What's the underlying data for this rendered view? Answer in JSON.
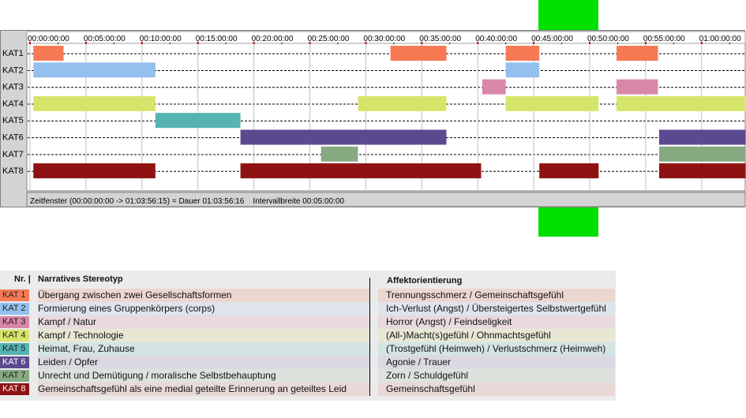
{
  "window": {
    "status_text": "Zeitfenster (00:00:00:00 -> 01:03:56:15) = Dauer 01:03:56:16    Intervallbreite 00:05:00:00"
  },
  "colors": {
    "KAT1": "#f77a55",
    "KAT2": "#93c0ee",
    "KAT3": "#d987a8",
    "KAT4": "#d6e56a",
    "KAT5": "#55b4b2",
    "KAT6": "#5c4a90",
    "KAT7": "#86a982",
    "KAT8": "#8f1212",
    "highlight": "#00e000"
  },
  "chart_data": {
    "type": "gantt",
    "x_unit": "minutes",
    "xlim": [
      0,
      63.94
    ],
    "ticks": [
      0,
      5,
      10,
      15,
      20,
      25,
      30,
      35,
      40,
      45,
      50,
      55,
      60
    ],
    "tick_labels": [
      "00:00:00:00",
      "00:05:00:00",
      "00:10:00:00",
      "00:15:00:00",
      "00:20:00:00",
      "00:25:00:00",
      "00:30:00:00",
      "00:35:00:00",
      "00:40:00:00",
      "00:45:00:00",
      "00:50:00:00",
      "00:55:00:00",
      "01:00:00:00"
    ],
    "highlight_range": [
      45,
      50.3
    ],
    "categories": [
      "KAT1",
      "KAT2",
      "KAT3",
      "KAT4",
      "KAT5",
      "KAT6",
      "KAT7",
      "KAT8"
    ],
    "intervals": [
      {
        "cat": "KAT1",
        "start": 0.3,
        "end": 3.0
      },
      {
        "cat": "KAT1",
        "start": 32.2,
        "end": 37.2
      },
      {
        "cat": "KAT1",
        "start": 42.5,
        "end": 45.5
      },
      {
        "cat": "KAT1",
        "start": 52.4,
        "end": 56.1
      },
      {
        "cat": "KAT2",
        "start": 0.3,
        "end": 11.2
      },
      {
        "cat": "KAT2",
        "start": 42.5,
        "end": 45.5
      },
      {
        "cat": "KAT3",
        "start": 40.4,
        "end": 42.5
      },
      {
        "cat": "KAT3",
        "start": 52.4,
        "end": 56.1
      },
      {
        "cat": "KAT4",
        "start": 0.3,
        "end": 11.2
      },
      {
        "cat": "KAT4",
        "start": 29.3,
        "end": 37.2
      },
      {
        "cat": "KAT4",
        "start": 42.5,
        "end": 50.8
      },
      {
        "cat": "KAT4",
        "start": 52.4,
        "end": 63.94
      },
      {
        "cat": "KAT5",
        "start": 11.2,
        "end": 18.8
      },
      {
        "cat": "KAT6",
        "start": 18.8,
        "end": 37.2
      },
      {
        "cat": "KAT6",
        "start": 56.2,
        "end": 63.94
      },
      {
        "cat": "KAT7",
        "start": 26.0,
        "end": 29.3
      },
      {
        "cat": "KAT7",
        "start": 56.2,
        "end": 63.94
      },
      {
        "cat": "KAT8",
        "start": 0.3,
        "end": 11.2
      },
      {
        "cat": "KAT8",
        "start": 18.8,
        "end": 40.3
      },
      {
        "cat": "KAT8",
        "start": 45.5,
        "end": 50.8
      },
      {
        "cat": "KAT8",
        "start": 56.2,
        "end": 63.94
      }
    ]
  },
  "legend": {
    "header_nr": "Nr. |",
    "header_desc": "Narratives Stereotyp",
    "header_aff": "Affektorientierung",
    "rows": [
      {
        "nr": "KAT 1",
        "cat": "KAT1",
        "desc": "Übergang zwischen zwei Gesellschaftsformen",
        "aff": "Trennungsschmerz / Gemeinschaftsgefühl",
        "bg": "#ecd6d0"
      },
      {
        "nr": "KAT 2",
        "cat": "KAT2",
        "desc": "Formierung eines Gruppenkörpers (corps)",
        "aff": "Ich-Verlust (Angst) / Übersteigertes Selbstwertgefühl",
        "bg": "#dfe4ec"
      },
      {
        "nr": "KAT 3",
        "cat": "KAT3",
        "desc": "Kampf / Natur",
        "aff": "Horror (Angst) / Feindseligkeit",
        "bg": "#e8dadf"
      },
      {
        "nr": "KAT 4",
        "cat": "KAT4",
        "desc": "Kampf / Technologie",
        "aff": "(All-)Macht(s)gefühl / Ohnmachtsgefühl",
        "bg": "#e6e8d4"
      },
      {
        "nr": "KAT 5",
        "cat": "KAT5",
        "desc": "Heimat, Frau, Zuhause",
        "aff": "(Trostgefühl (Heimweh) / Verlustschmerz (Heimweh)",
        "bg": "#d4e4e3"
      },
      {
        "nr": "KAT 6",
        "cat": "KAT6",
        "desc": "Leiden / Opfer",
        "aff": "Agonie / Trauer",
        "bg": "#dcd9e2"
      },
      {
        "nr": "KAT 7",
        "cat": "KAT7",
        "desc": "Unrecht und Demütigung / moralische Selbstbehauptung",
        "aff": "Zorn / Schuldgefühl",
        "bg": "#dde3dc"
      },
      {
        "nr": "KAT 8",
        "cat": "KAT8",
        "desc": "Gemeinschaftsgefühl als eine medial geteilte Erinnerung an geteiltes Leid",
        "aff": "Gemeinschaftsgefühl",
        "bg": "#e8d8d8"
      }
    ]
  }
}
